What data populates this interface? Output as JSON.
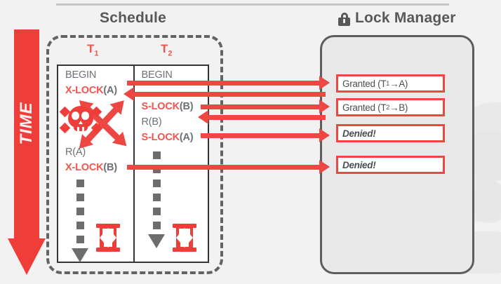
{
  "diagram": {
    "time_axis": {
      "label": "TIME",
      "direction": "downward",
      "color": "#ef3e3a"
    },
    "schedule": {
      "title": "Schedule",
      "transactions": [
        {
          "name": "T",
          "subscript": "1"
        },
        {
          "name": "T",
          "subscript": "2"
        }
      ],
      "columns": [
        {
          "transaction": "T1",
          "operations": [
            {
              "text": "BEGIN",
              "kind": "plain"
            },
            {
              "op": "X-LOCK",
              "arg": "(A)",
              "kind": "lock"
            },
            {
              "text": "R(A)",
              "kind": "plain"
            },
            {
              "op": "X-LOCK",
              "arg": "(B)",
              "kind": "lock"
            }
          ],
          "waiting": true,
          "wait_icon": "hourglass-icon"
        },
        {
          "transaction": "T2",
          "operations": [
            {
              "text": "BEGIN",
              "kind": "plain"
            },
            {
              "op": "S-LOCK",
              "arg": "(B)",
              "kind": "lock"
            },
            {
              "text": "R(B)",
              "kind": "plain"
            },
            {
              "op": "S-LOCK",
              "arg": "(A)",
              "kind": "lock"
            }
          ],
          "waiting": true,
          "wait_icon": "hourglass-icon"
        }
      ],
      "deadlock_marker": {
        "icon": "skull-icon",
        "color": "#ef3e3a"
      }
    },
    "lock_manager": {
      "title": "Lock Manager",
      "icon": "lock-icon",
      "messages": [
        {
          "text": "Granted (T",
          "sub": "1",
          "tail": "→A)",
          "status": "granted"
        },
        {
          "text": "Granted (T",
          "sub": "2",
          "tail": "→B)",
          "status": "granted"
        },
        {
          "text": "Denied!",
          "status": "denied"
        },
        {
          "text": "Denied!",
          "status": "denied"
        }
      ]
    },
    "colors": {
      "accent_red": "#ee4743",
      "time_red": "#ef3e3a",
      "dark_gray": "#58585a",
      "panel_gray": "#e9e9e9",
      "background": "#f2f2f2"
    }
  }
}
